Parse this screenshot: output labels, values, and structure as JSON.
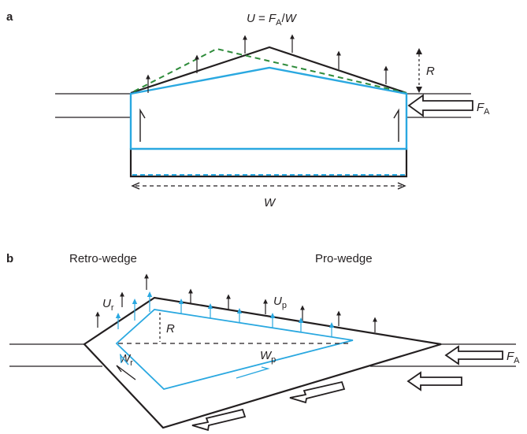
{
  "panel_a": {
    "letter": "a",
    "uplift_label": {
      "lhs": "U",
      "eq": " = ",
      "F": "F",
      "F_sub": "A",
      "div": "/",
      "W": "W"
    },
    "relief_label": "R",
    "force_label": {
      "main": "F",
      "sub": "A"
    },
    "width_label": "W"
  },
  "panel_b": {
    "letter": "b",
    "retro_label": "Retro-wedge",
    "pro_label": "Pro-wedge",
    "ur_label": {
      "main": "U",
      "sub": "r"
    },
    "up_label": {
      "main": "U",
      "sub": "p"
    },
    "relief_label": "R",
    "wr_label": {
      "main": "W",
      "sub": "r"
    },
    "wp_label": {
      "main": "W",
      "sub": "p"
    },
    "force_label": {
      "main": "F",
      "sub": "A"
    }
  },
  "colors": {
    "outline": "#231f20",
    "cyan": "#2aa8e0",
    "green_dashed": "#2e8b3a"
  }
}
